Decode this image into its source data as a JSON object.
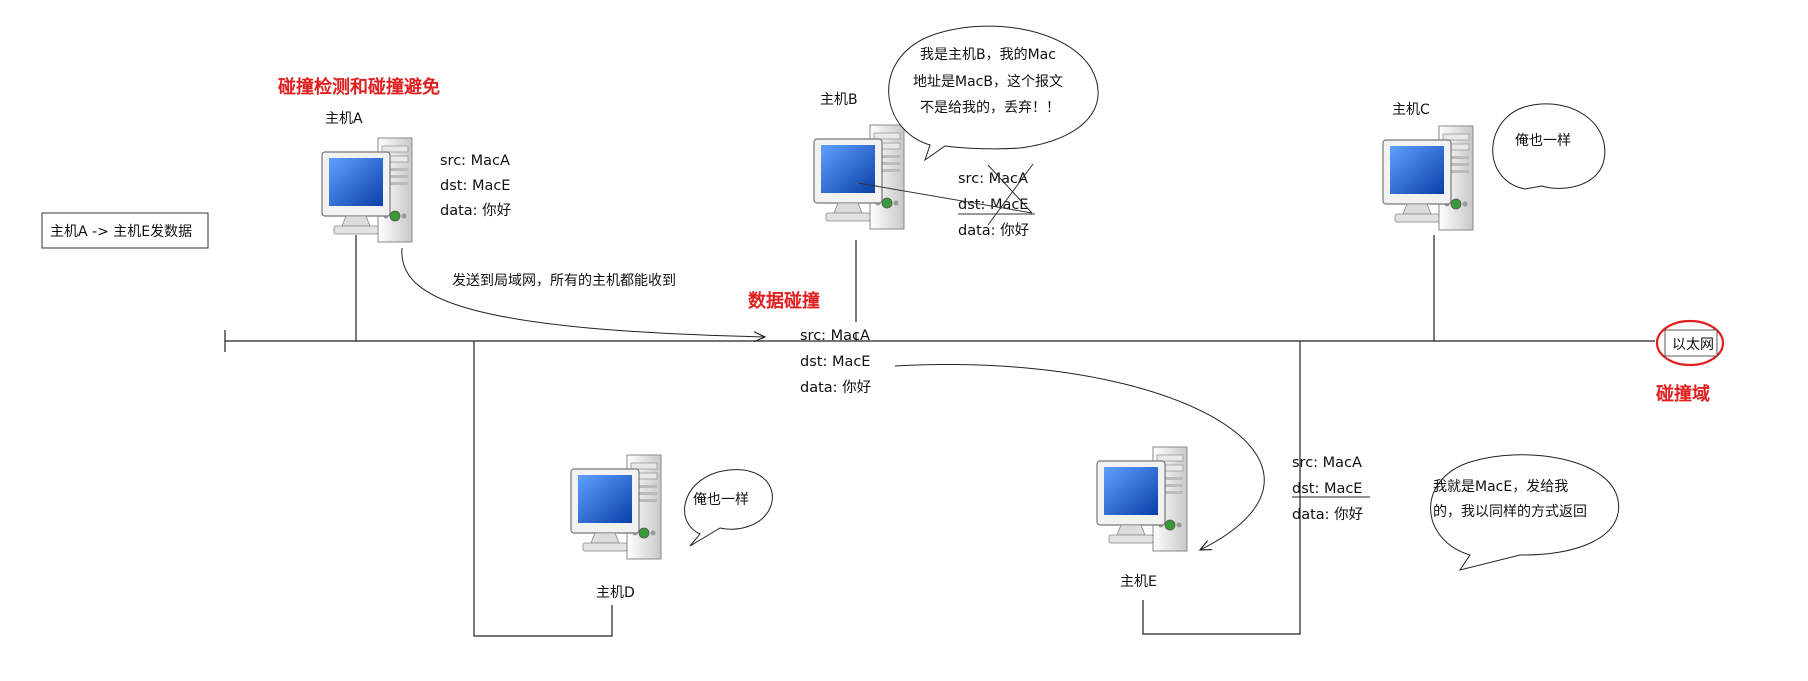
{
  "diagram": {
    "title_collision_detect": "碰撞检测和碰撞避免",
    "title_data_collision": "数据碰撞",
    "title_collision_domain": "碰撞域",
    "send_box_label": "主机A -> 主机E发数据",
    "broadcast_note": "发送到局域网，所有的主机都能收到",
    "ethernet_label": "以太网",
    "hosts": {
      "a": "主机A",
      "b": "主机B",
      "c": "主机C",
      "d": "主机D",
      "e": "主机E"
    },
    "packet": {
      "src": "src:  MacA",
      "dst": "dst:  MacE",
      "data": "data: 你好"
    },
    "bubbles": {
      "b_line1": "我是主机B，我的Mac",
      "b_line2": "地址是MacB，这个报文",
      "b_line3": "不是给我的，丢弃！！",
      "c": "俺也一样",
      "d": "俺也一样",
      "e_line1": "我就是MacE，发给我",
      "e_line2": "的，我以同样的方式返回"
    },
    "colors": {
      "red": "#e02020",
      "screen_blue": "#1f5fc0",
      "line": "#222222"
    },
    "icons": [
      "computer-icon",
      "speech-bubble-icon",
      "cross-out-mark"
    ]
  }
}
